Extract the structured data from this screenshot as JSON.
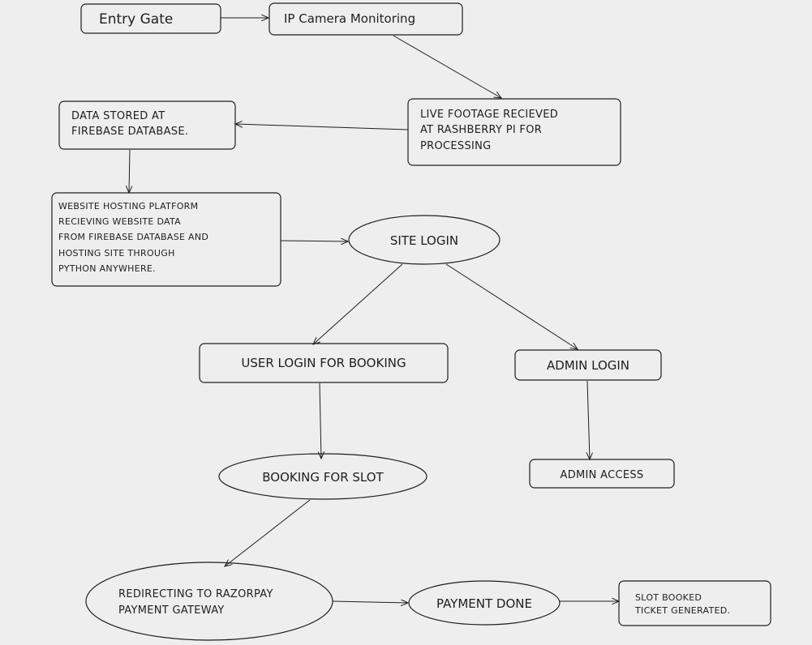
{
  "nodes": {
    "entry_gate": {
      "lines": [
        "Entry Gate"
      ]
    },
    "ip_camera": {
      "lines": [
        "IP Camera Monitoring"
      ]
    },
    "live_footage": {
      "lines": [
        "LIVE FOOTAGE RECIEVED",
        "AT RASHBERRY PI FOR",
        "PROCESSING"
      ]
    },
    "data_stored": {
      "lines": [
        "DATA STORED AT",
        "FIREBASE DATABASE."
      ]
    },
    "website_hosting": {
      "lines": [
        "WEBSITE HOSTING PLATFORM",
        "RECIEVING WEBSITE DATA",
        "FROM FIREBASE DATABASE AND",
        "HOSTING SITE THROUGH",
        "PYTHON ANYWHERE."
      ]
    },
    "site_login": {
      "lines": [
        "SITE LOGIN"
      ]
    },
    "user_login": {
      "lines": [
        "USER LOGIN FOR BOOKING"
      ]
    },
    "admin_login": {
      "lines": [
        "ADMIN LOGIN"
      ]
    },
    "booking_slot": {
      "lines": [
        "BOOKING FOR SLOT"
      ]
    },
    "admin_access": {
      "lines": [
        "ADMIN ACCESS"
      ]
    },
    "razorpay": {
      "lines": [
        "REDIRECTING TO RAZORPAY",
        "PAYMENT GATEWAY"
      ]
    },
    "payment_done": {
      "lines": [
        "PAYMENT DONE"
      ]
    },
    "slot_booked": {
      "lines": [
        "SLOT BOOKED",
        "TICKET GENERATED."
      ]
    }
  },
  "edges": [
    {
      "from": "entry_gate",
      "to": "ip_camera"
    },
    {
      "from": "ip_camera",
      "to": "live_footage"
    },
    {
      "from": "live_footage",
      "to": "data_stored"
    },
    {
      "from": "data_stored",
      "to": "website_hosting"
    },
    {
      "from": "website_hosting",
      "to": "site_login"
    },
    {
      "from": "site_login",
      "to": "user_login"
    },
    {
      "from": "site_login",
      "to": "admin_login"
    },
    {
      "from": "user_login",
      "to": "booking_slot"
    },
    {
      "from": "admin_login",
      "to": "admin_access"
    },
    {
      "from": "booking_slot",
      "to": "razorpay"
    },
    {
      "from": "razorpay",
      "to": "payment_done"
    },
    {
      "from": "payment_done",
      "to": "slot_booked"
    }
  ],
  "colors": {
    "background": "#eeeeee",
    "stroke": "#1e1e1e"
  }
}
